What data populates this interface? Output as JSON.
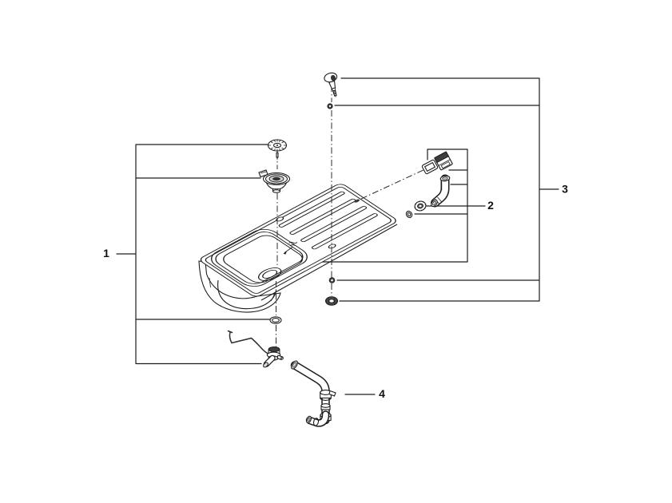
{
  "diagram": {
    "background_color": "#ffffff",
    "line_color": "#1d1d1d",
    "callouts": {
      "c1": "1",
      "c2": "2",
      "c3": "3",
      "c4": "4"
    }
  }
}
